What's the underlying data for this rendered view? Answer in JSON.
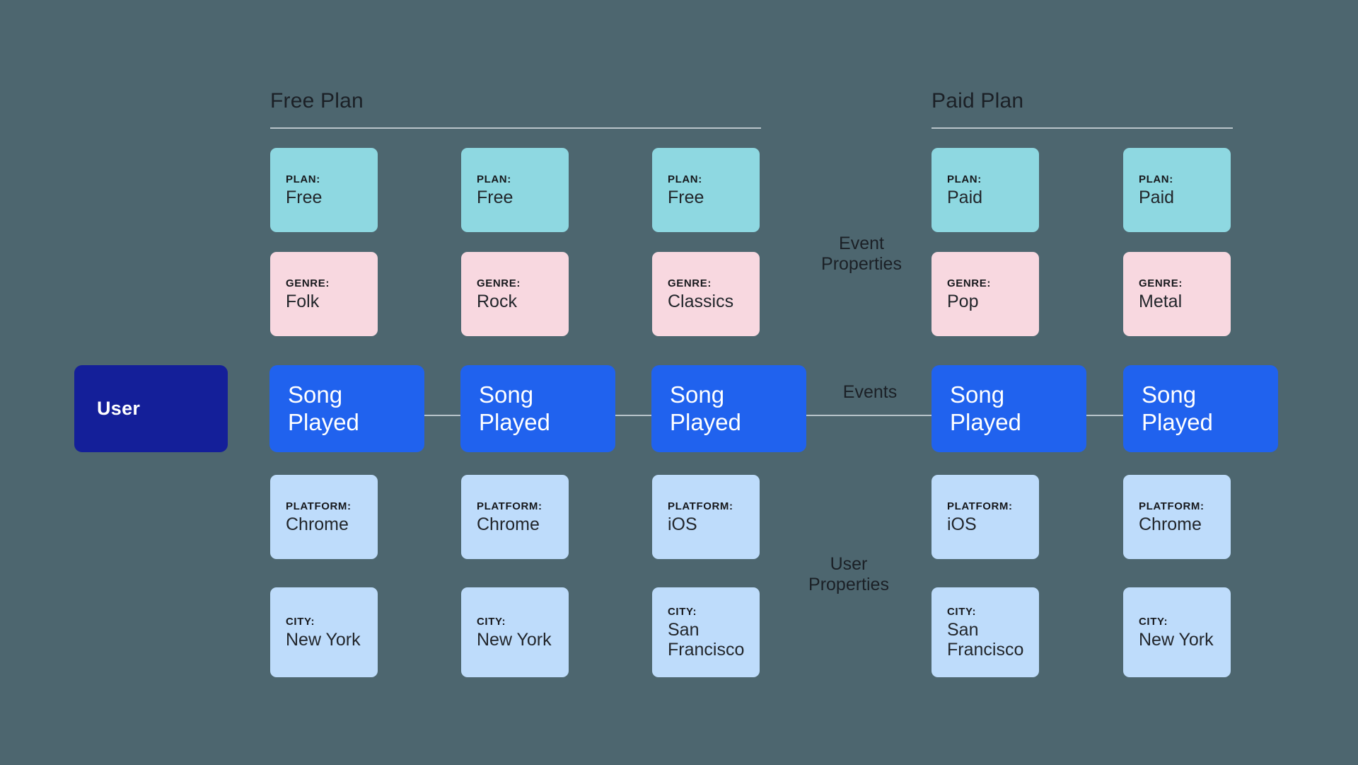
{
  "background_color": "#4d666f",
  "palette": {
    "plan_card": "#8ed8e1",
    "genre_card": "#f8d8e0",
    "user_property_card": "#bedcfb",
    "event_card": "#2062ee",
    "user_node": "#141f99",
    "rule_line": "#b9c4ca",
    "text_dark": "#1b2026",
    "text_light": "#ffffff"
  },
  "sections": [
    {
      "title": "Free Plan"
    },
    {
      "title": "Paid Plan"
    }
  ],
  "user_node": {
    "label": "User"
  },
  "annotations": {
    "event_properties": "Event\nProperties",
    "events": "Events",
    "user_properties": "User\nProperties"
  },
  "property_labels": {
    "plan": "PLAN:",
    "genre": "GENRE:",
    "platform": "PLATFORM:",
    "city": "CITY:"
  },
  "event_label": "Song\nPlayed",
  "columns": [
    {
      "section": "Free Plan",
      "plan": "Free",
      "genre": "Folk",
      "event": "Song\nPlayed",
      "platform": "Chrome",
      "city": "New York"
    },
    {
      "section": "Free Plan",
      "plan": "Free",
      "genre": "Rock",
      "event": "Song\nPlayed",
      "platform": "Chrome",
      "city": "New York"
    },
    {
      "section": "Free Plan",
      "plan": "Free",
      "genre": "Classics",
      "event": "Song\nPlayed",
      "platform": "iOS",
      "city": "San Francisco"
    },
    {
      "section": "Paid Plan",
      "plan": "Paid",
      "genre": "Pop",
      "event": "Song\nPlayed",
      "platform": "iOS",
      "city": "San Francisco"
    },
    {
      "section": "Paid Plan",
      "plan": "Paid",
      "genre": "Metal",
      "event": "Song\nPlayed",
      "platform": "Chrome",
      "city": "New York"
    }
  ]
}
